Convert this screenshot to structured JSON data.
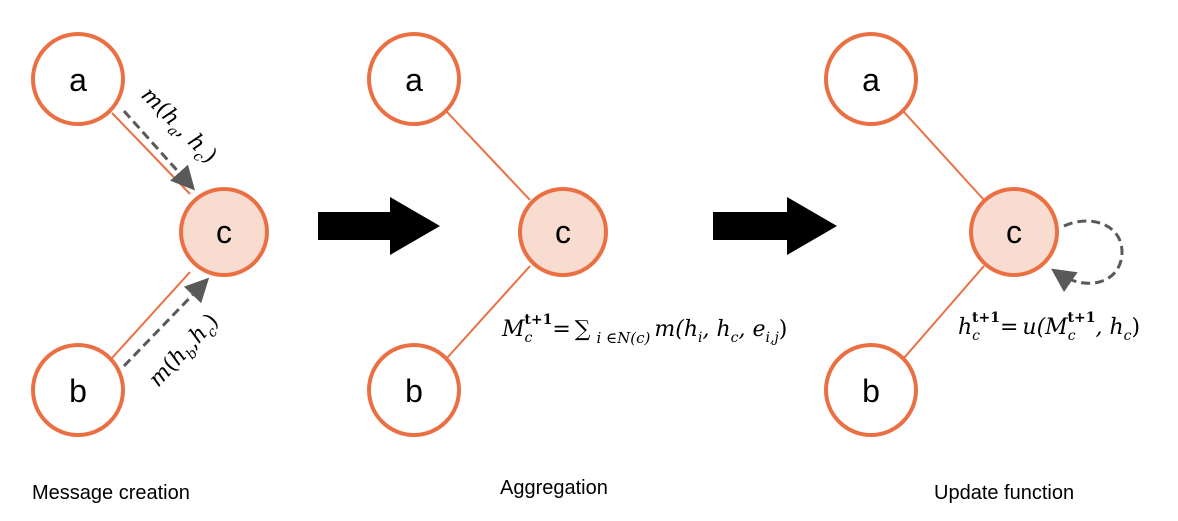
{
  "colors": {
    "node_stroke": "#ea7043",
    "center_fill": "#f9dcd0",
    "node_fill": "#ffffff",
    "big_arrow": "#000000",
    "message_arrow": "#595959"
  },
  "panels": [
    {
      "nodes": {
        "a": "a",
        "b": "b",
        "c": "c"
      },
      "messages": [
        {
          "fn": "m",
          "arg1": "h",
          "sub1": "a",
          "arg2": "h",
          "sub2": "c"
        },
        {
          "fn": "m",
          "arg1": "h",
          "sub1": "b",
          "arg2": "h",
          "sub2": "c"
        }
      ],
      "caption": "Message creation"
    },
    {
      "nodes": {
        "a": "a",
        "b": "b",
        "c": "c"
      },
      "formula": {
        "lhs": "M",
        "lhs_sub": "c",
        "lhs_sup": "t+1",
        "eq": "=",
        "sum": "∑",
        "sum_sub": "i ∈N(c)",
        "body": "m(h",
        "h_sub": "i",
        "mid": ", h",
        "mid_sub": "c",
        "tail": ", e",
        "e_sub": "i,j",
        "close": ")"
      },
      "caption": "Aggregation"
    },
    {
      "nodes": {
        "a": "a",
        "b": "b",
        "c": "c"
      },
      "formula": {
        "lhs": "h",
        "lhs_sub": "c",
        "lhs_sup": "t+1",
        "eq": "=",
        "body": "u(M",
        "m_sub": "c",
        "m_sup": "t+1",
        "mid": ", h",
        "h_sub": "c",
        "close": ")"
      },
      "caption": "Update function"
    }
  ]
}
